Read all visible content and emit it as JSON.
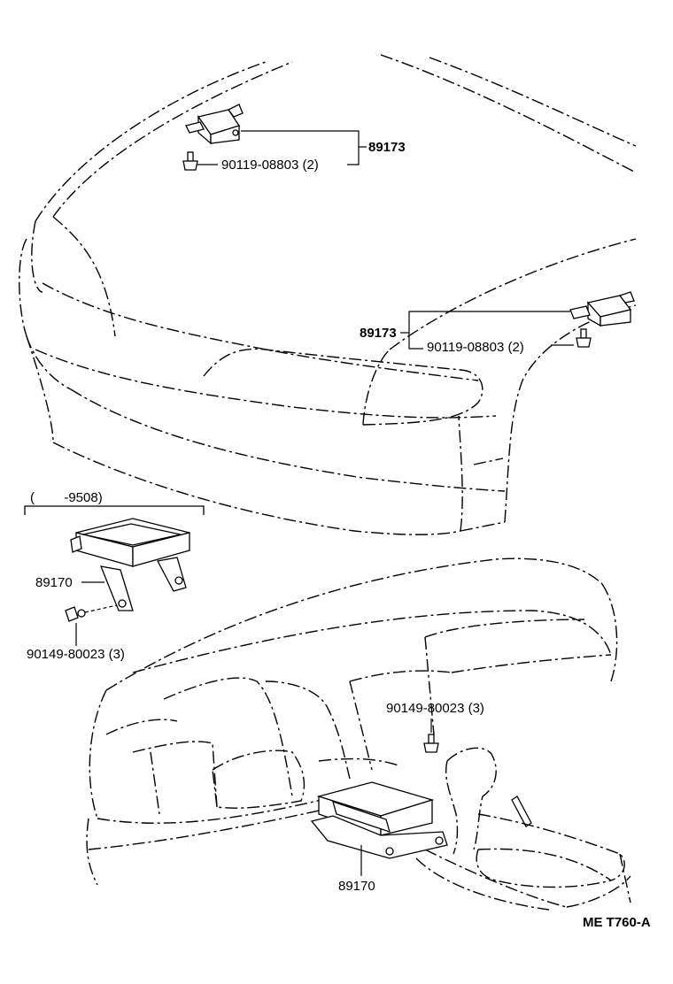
{
  "labels": {
    "sensor_upper_part": "89173",
    "sensor_upper_bolt": "90119-08803 (2)",
    "sensor_right_part": "89173",
    "sensor_right_bolt": "90119-08803 (2)",
    "date_range": "(        -9508)",
    "ecu_old_part": "89170",
    "ecu_old_bolt": "90149-80023 (3)",
    "ecu_new_bolt": "90149-80023 (3)",
    "ecu_new_part": "89170",
    "figure_code": "ME  T760-A"
  }
}
